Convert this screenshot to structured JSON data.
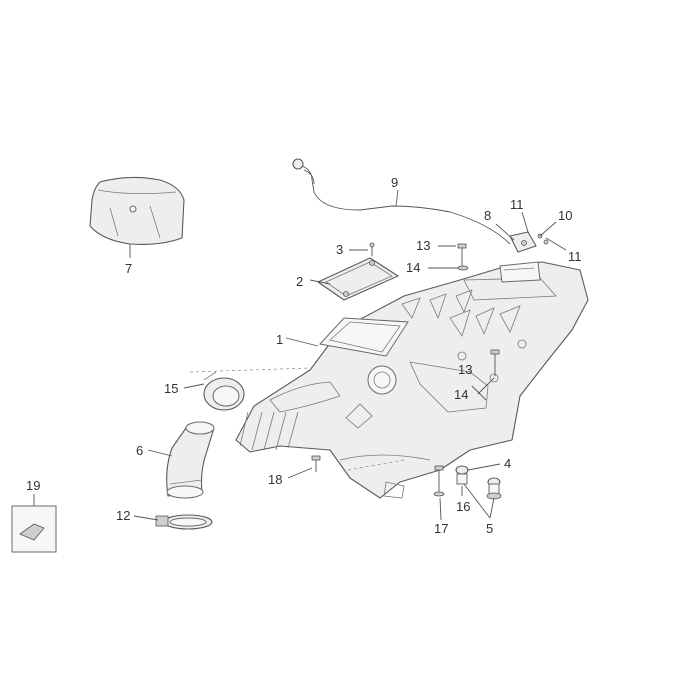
{
  "callouts": [
    {
      "id": "1",
      "text": "1"
    },
    {
      "id": "2",
      "text": "2"
    },
    {
      "id": "3",
      "text": "3"
    },
    {
      "id": "4",
      "text": "4"
    },
    {
      "id": "5",
      "text": "5"
    },
    {
      "id": "6",
      "text": "6"
    },
    {
      "id": "7",
      "text": "7"
    },
    {
      "id": "8",
      "text": "8"
    },
    {
      "id": "9",
      "text": "9"
    },
    {
      "id": "10",
      "text": "10"
    },
    {
      "id": "11a",
      "text": "11"
    },
    {
      "id": "11b",
      "text": "11"
    },
    {
      "id": "12",
      "text": "12"
    },
    {
      "id": "13a",
      "text": "13"
    },
    {
      "id": "13b",
      "text": "13"
    },
    {
      "id": "14a",
      "text": "14"
    },
    {
      "id": "14b",
      "text": "14"
    },
    {
      "id": "15",
      "text": "15"
    },
    {
      "id": "16",
      "text": "16"
    },
    {
      "id": "17",
      "text": "17"
    },
    {
      "id": "18",
      "text": "18"
    },
    {
      "id": "19",
      "text": "19"
    }
  ]
}
